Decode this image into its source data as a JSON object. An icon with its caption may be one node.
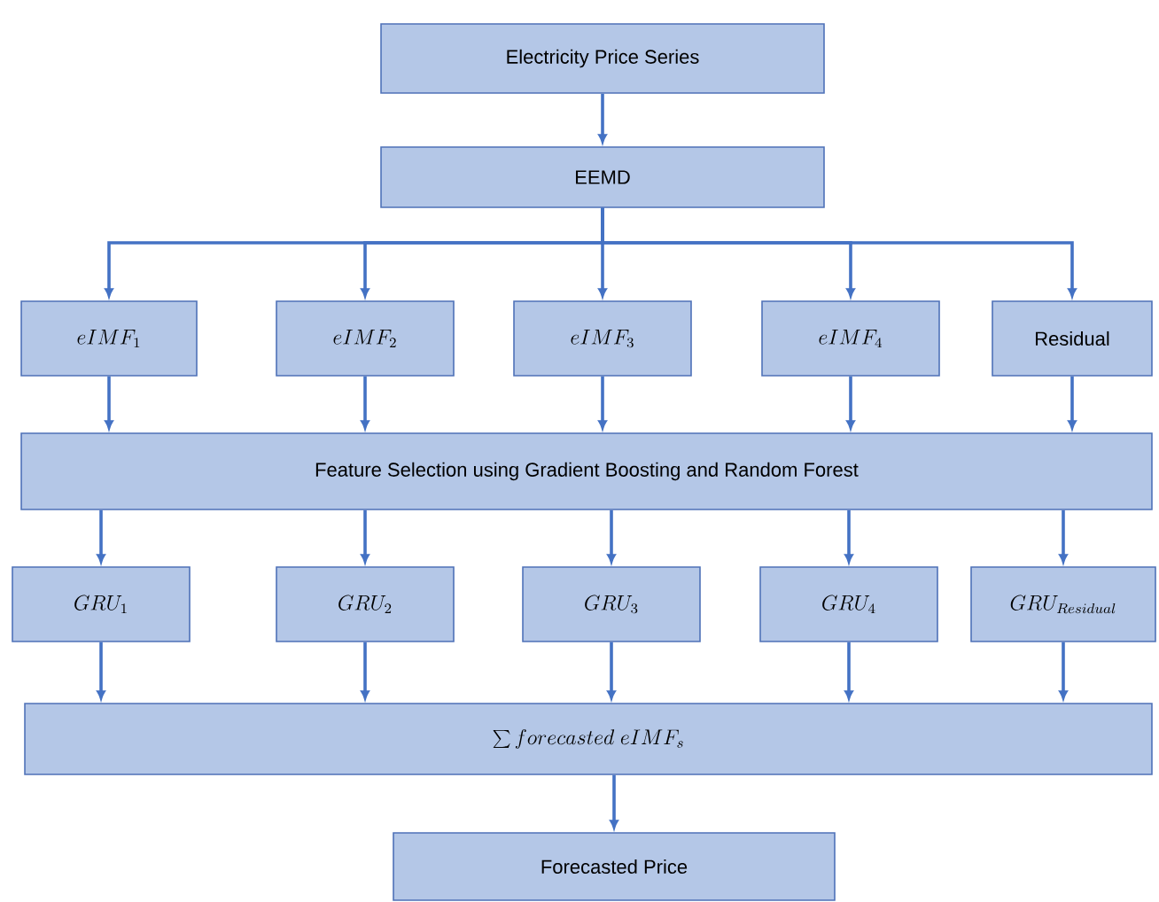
{
  "diagram": {
    "nodes": [
      {
        "text": [
          "Electricity Price Series"
        ]
      },
      {
        "text": [
          "EEMD"
        ]
      },
      {
        "text": [
          "eIMF_{1}"
        ]
      },
      {
        "text": [
          "eIMF_{2}"
        ]
      },
      {
        "text": [
          "eIMF_{3}"
        ]
      },
      {
        "text": [
          "eIMF_{4}"
        ]
      },
      {
        "text": [
          "Residual"
        ]
      },
      {
        "text": [
          "Feature Selection using Gradient Boosting and Random Forest"
        ]
      },
      {
        "text": [
          "GRU_{1}"
        ]
      },
      {
        "text": [
          "GRU_{2}"
        ]
      },
      {
        "text": [
          "GRU_{3}"
        ]
      },
      {
        "text": [
          "GRU_{4}"
        ]
      },
      {
        "text": [
          "GRU_{Residual}"
        ]
      },
      {
        "text": [
          "\\sum forecasted\\ eIMF_{s}"
        ]
      },
      {
        "text": [
          "Forecasted Price"
        ]
      }
    ],
    "edges": [
      {
        "from": 0,
        "to": 1,
        "arrow": "to"
      },
      {
        "from": 1,
        "to": 2,
        "arrow": "to"
      },
      {
        "from": 1,
        "to": 3,
        "arrow": "to"
      },
      {
        "from": 1,
        "to": 4,
        "arrow": "to"
      },
      {
        "from": 1,
        "to": 5,
        "arrow": "to"
      },
      {
        "from": 1,
        "to": 6,
        "arrow": "to"
      },
      {
        "from": 2,
        "to": 7,
        "arrow": "to"
      },
      {
        "from": 3,
        "to": 7,
        "arrow": "to"
      },
      {
        "from": 4,
        "to": 7,
        "arrow": "to"
      },
      {
        "from": 5,
        "to": 7,
        "arrow": "to"
      },
      {
        "from": 6,
        "to": 7,
        "arrow": "to"
      },
      {
        "from": 7,
        "to": 8,
        "arrow": "to"
      },
      {
        "from": 7,
        "to": 9,
        "arrow": "to"
      },
      {
        "from": 7,
        "to": 10,
        "arrow": "to"
      },
      {
        "from": 7,
        "to": 11,
        "arrow": "to"
      },
      {
        "from": 7,
        "to": 12,
        "arrow": "to"
      },
      {
        "from": 8,
        "to": 13,
        "arrow": "to"
      },
      {
        "from": 9,
        "to": 13,
        "arrow": "to"
      },
      {
        "from": 10,
        "to": 13,
        "arrow": "to"
      },
      {
        "from": 11,
        "to": 13,
        "arrow": "to"
      },
      {
        "from": 12,
        "to": 13,
        "arrow": "to"
      },
      {
        "from": 13,
        "to": 14,
        "arrow": "to"
      }
    ]
  }
}
